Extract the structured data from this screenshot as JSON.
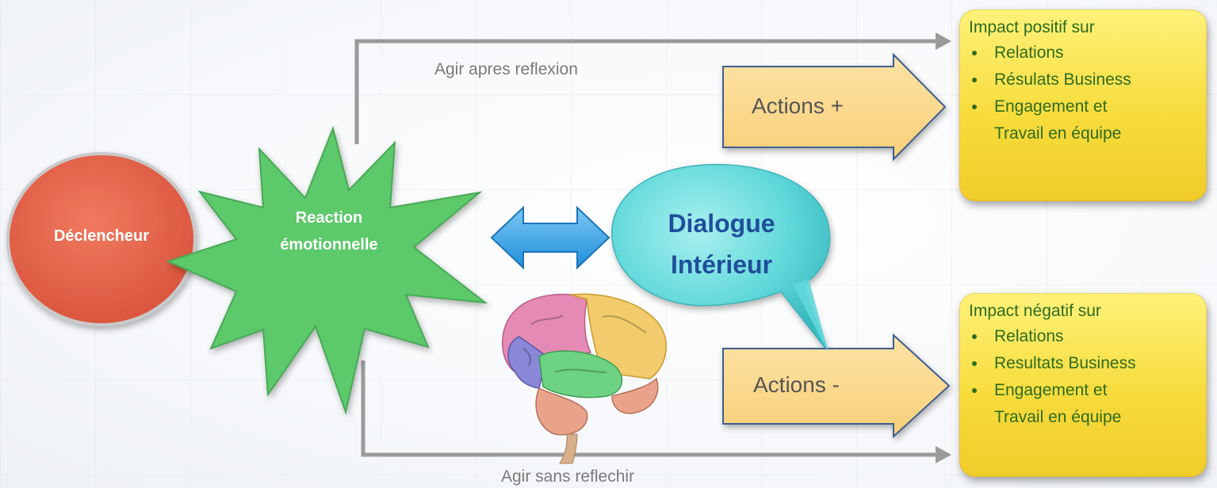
{
  "diagram": {
    "trigger": {
      "label": "Déclencheur",
      "color": "#e2624a"
    },
    "reaction": {
      "line1": "Reaction",
      "line2": "émotionnelle",
      "color": "#5cc96a"
    },
    "dialogue": {
      "line1": "Dialogue",
      "line2": "Intérieur",
      "color": "#59d6d9"
    },
    "route_top": {
      "label": "Agir apres reflexion"
    },
    "route_bottom": {
      "label": "Agir sans reflechir"
    },
    "actions_positive": {
      "label": "Actions +"
    },
    "actions_negative": {
      "label": "Actions -"
    },
    "impact_positive": {
      "title": "Impact positif  sur",
      "items": [
        "Relations",
        "Résulats Business",
        "Engagement et",
        "Travail en équipe"
      ]
    },
    "impact_negative": {
      "title": "Impact négatif sur",
      "items": [
        "Relations",
        "Resultats Business",
        "Engagement et",
        "Travail en équipe"
      ]
    },
    "colors": {
      "action_arrow_fill": "#fbd98c",
      "action_arrow_stroke": "#3f5f8f",
      "impact_box": "#f7dc3c",
      "impact_text": "#2e6b1f",
      "double_arrow": "#3aa6ea",
      "route_line": "#9a9a9a"
    },
    "brain_icon": "brain-illustration"
  }
}
